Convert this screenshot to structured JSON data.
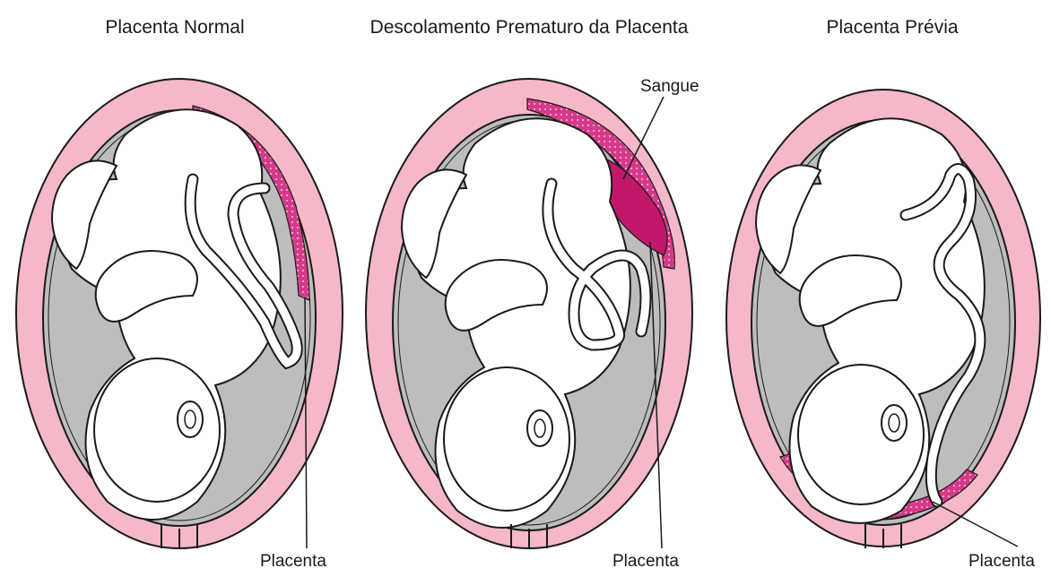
{
  "panels": [
    {
      "title": "Placenta Normal",
      "placenta_label": "Placenta"
    },
    {
      "title": "Descolamento Prematuro da Placenta",
      "placenta_label": "Placenta",
      "blood_label": "Sangue"
    },
    {
      "title": "Placenta Prévia",
      "placenta_label": "Placenta"
    }
  ],
  "colors": {
    "uterus_wall": "#f4b8c8",
    "placenta": "#d63a8a",
    "blood": "#c2186b",
    "amniotic_fluid": "#bdbdbd",
    "outline": "#1a1a1a",
    "fetus": "#ffffff"
  }
}
